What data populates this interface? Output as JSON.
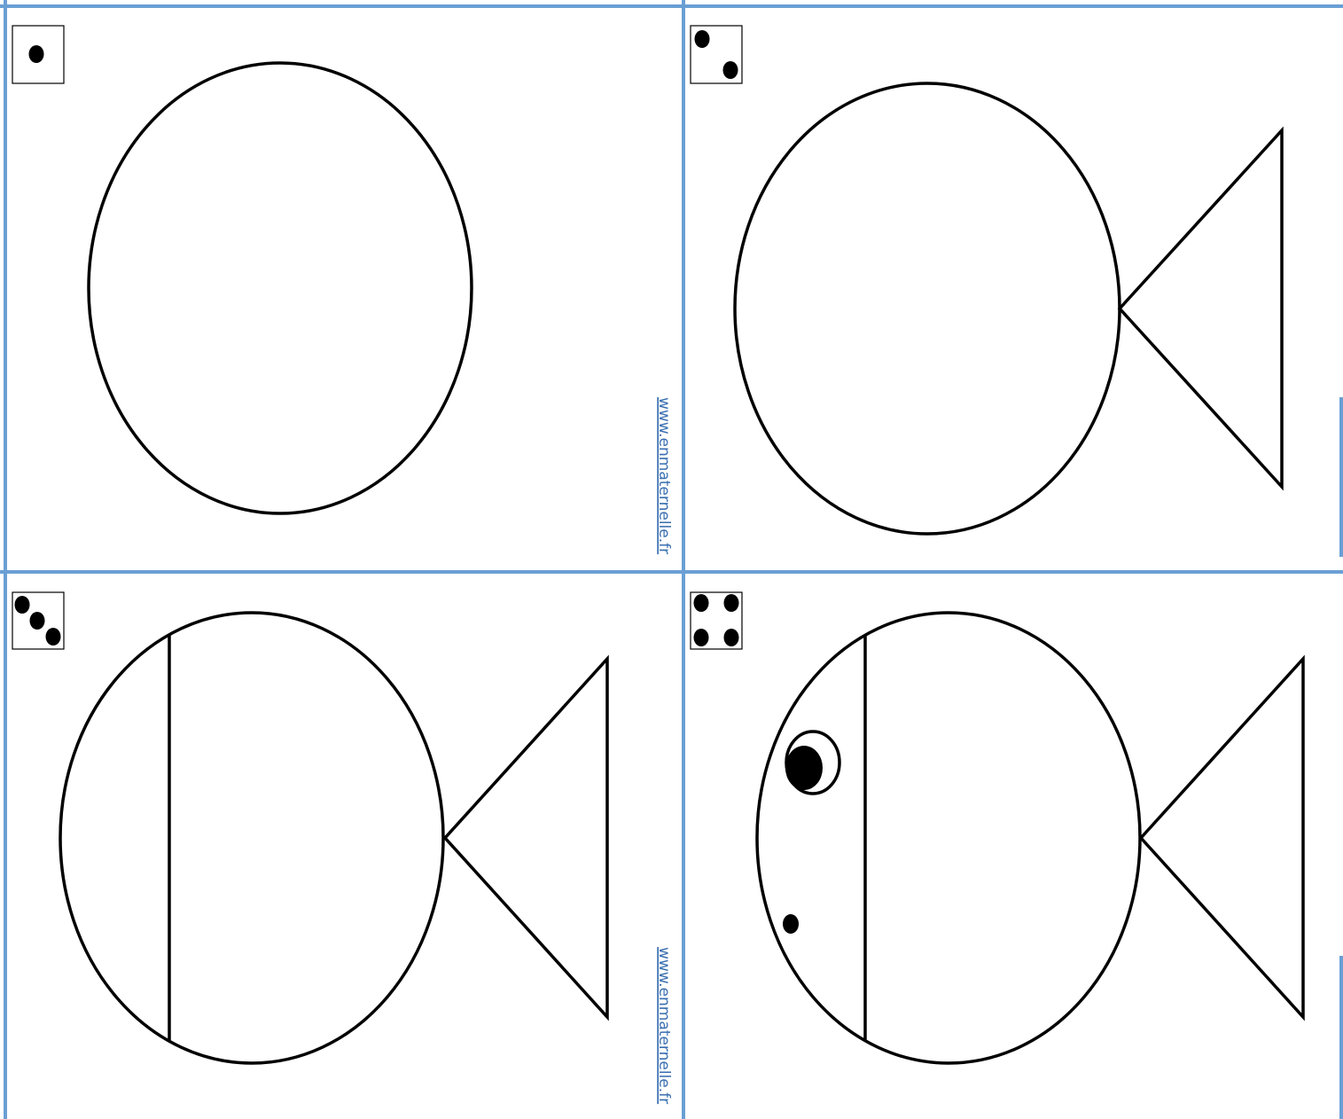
{
  "sheet": {
    "card_count": 4,
    "grid_color": "#6a9fd4",
    "ink_color": "#000000",
    "watermark_color": "#3a6fb0"
  },
  "watermark": {
    "text": "www.enmaternelle.fr"
  },
  "cards": [
    {
      "step": 1,
      "die_value": 1,
      "parts": [
        "body"
      ]
    },
    {
      "step": 2,
      "die_value": 2,
      "parts": [
        "body",
        "tail"
      ]
    },
    {
      "step": 3,
      "die_value": 3,
      "parts": [
        "body",
        "tail",
        "gill-line"
      ]
    },
    {
      "step": 4,
      "die_value": 4,
      "parts": [
        "body",
        "tail",
        "gill-line",
        "eye",
        "mouth"
      ]
    }
  ]
}
